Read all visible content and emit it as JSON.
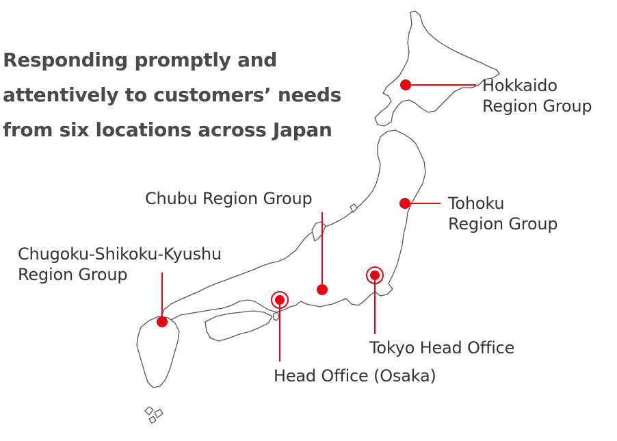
{
  "headline": {
    "lines": [
      "Responding promptly and",
      "attentively to customers’ needs",
      "from six locations across Japan"
    ]
  },
  "colors": {
    "accent": "#e60012",
    "text": "#333333",
    "headline": "#4a4a4a",
    "land_fill": "#ffffff",
    "land_stroke": "#555555"
  },
  "locations": [
    {
      "id": "hokkaido",
      "lines": [
        "Hokkaido",
        "Region Group"
      ],
      "marker": "dot"
    },
    {
      "id": "tohoku",
      "lines": [
        "Tohoku",
        "Region Group"
      ],
      "marker": "dot"
    },
    {
      "id": "chubu",
      "lines": [
        "Chubu Region Group"
      ],
      "marker": "dot"
    },
    {
      "id": "chugoku",
      "lines": [
        "Chugoku-Shikoku-Kyushu",
        "Region Group"
      ],
      "marker": "dot"
    },
    {
      "id": "osaka",
      "lines": [
        "Head Office (Osaka)"
      ],
      "marker": "ring"
    },
    {
      "id": "tokyo",
      "lines": [
        "Tokyo Head Office"
      ],
      "marker": "ring"
    }
  ]
}
